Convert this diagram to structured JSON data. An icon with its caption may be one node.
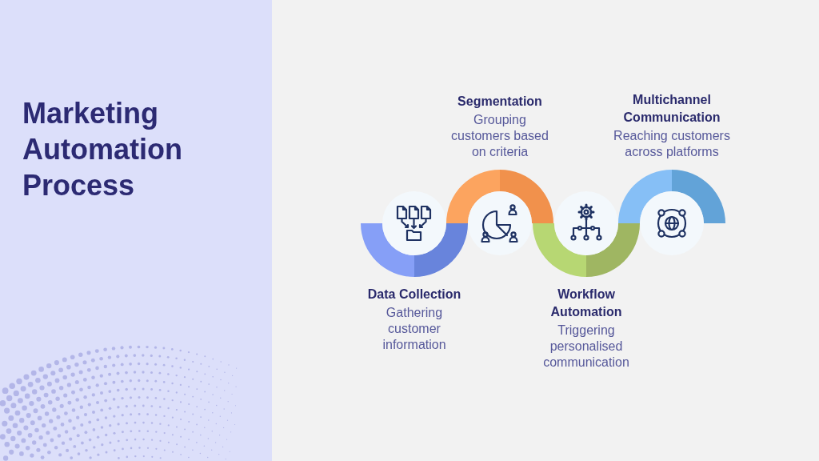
{
  "diagram": {
    "title": "Marketing Automation Process",
    "nodes": [
      {
        "text": [
          "Data Collection",
          "Gathering customer information"
        ]
      },
      {
        "text": [
          "Segmentation",
          "Grouping customers based on criteria"
        ]
      },
      {
        "text": [
          "Workflow Automation",
          "Triggering personalised communication"
        ]
      },
      {
        "text": [
          "Multichannel Communication",
          "Reaching customers across platforms"
        ]
      }
    ]
  }
}
